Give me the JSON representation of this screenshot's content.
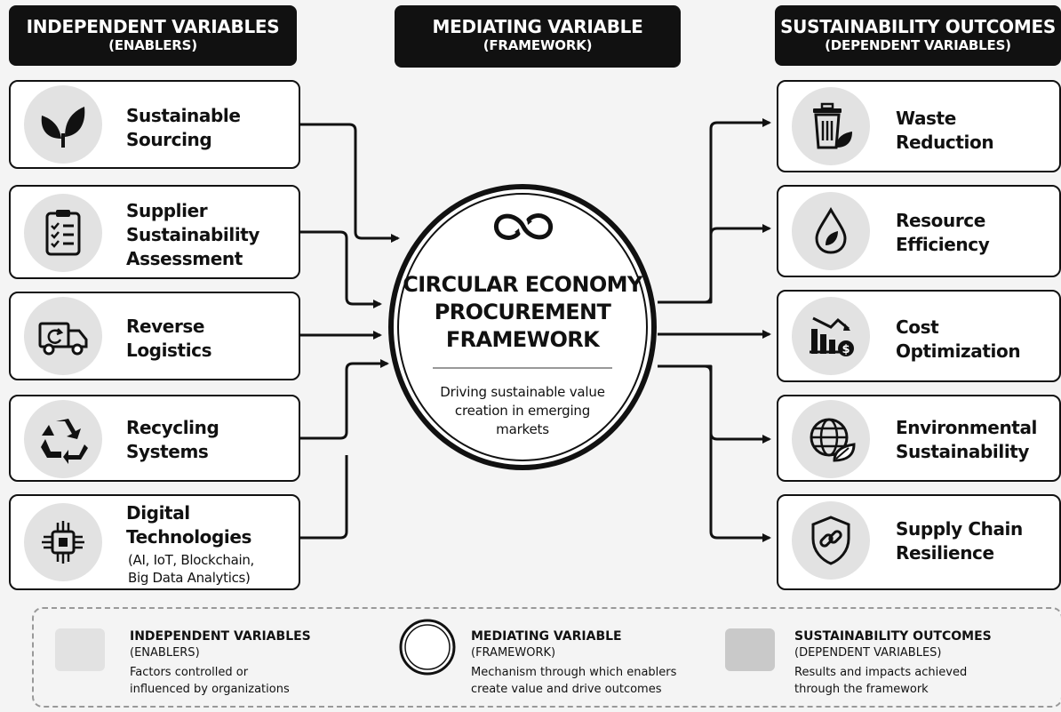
{
  "headers": {
    "left": {
      "line1": "INDEPENDENT VARIABLES",
      "line2": "(ENABLERS)"
    },
    "center": {
      "line1": "MEDIATING VARIABLE",
      "line2": "(FRAMEWORK)"
    },
    "right": {
      "line1": "SUSTAINABILITY OUTCOMES",
      "line2": "(DEPENDENT VARIABLES)"
    }
  },
  "enablers": [
    {
      "label": "Sustainable\nSourcing",
      "icon": "leaf-icon"
    },
    {
      "label": "Supplier\nSustainability\nAssessment",
      "icon": "clipboard-checklist-icon"
    },
    {
      "label": "Reverse\nLogistics",
      "icon": "truck-icon"
    },
    {
      "label": "Recycling\nSystems",
      "icon": "recycle-icon"
    },
    {
      "label": "Digital\nTechnologies",
      "sublabel": "(AI, IoT, Blockchain,\nBig Data Analytics)",
      "icon": "chip-icon"
    }
  ],
  "hub": {
    "title": "CIRCULAR ECONOMY\nPROCUREMENT\nFRAMEWORK",
    "subtitle": "Driving sustainable value\ncreation in emerging\nmarkets",
    "icon": "infinity-loop-icon"
  },
  "outcomes": [
    {
      "label": "Waste\nReduction",
      "icon": "trash-bin-leaf-icon"
    },
    {
      "label": "Resource\nEfficiency",
      "icon": "water-drop-leaf-icon"
    },
    {
      "label": "Cost\nOptimization",
      "icon": "bar-chart-dollar-icon"
    },
    {
      "label": "Environmental\nSustainability",
      "icon": "globe-leaf-icon"
    },
    {
      "label": "Supply Chain\nResilience",
      "icon": "shield-link-icon"
    }
  ],
  "legend": {
    "independent": {
      "title": "INDEPENDENT VARIABLES",
      "sub": "(ENABLERS)",
      "desc": "Factors controlled or\ninfluenced by organizations",
      "color": "#e2e2e2"
    },
    "mediating": {
      "title": "MEDIATING VARIABLE",
      "sub": "(FRAMEWORK)",
      "desc": "Mechanism through which enablers\ncreate value and drive outcomes"
    },
    "outcomes": {
      "title": "SUSTAINABILITY OUTCOMES",
      "sub": "(DEPENDENT VARIABLES)",
      "desc": "Results and impacts achieved\nthrough the framework",
      "color": "#c9c9c9"
    }
  }
}
